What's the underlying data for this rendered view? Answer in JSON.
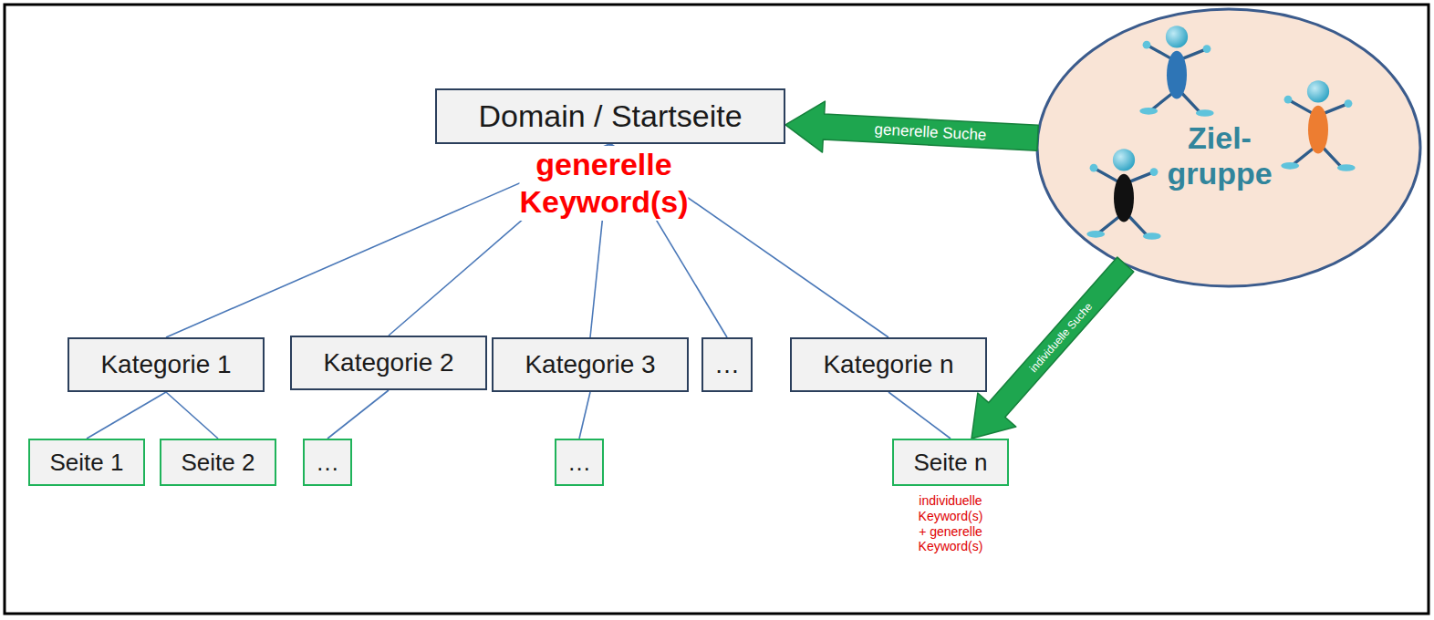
{
  "diagram": {
    "nodes": [
      {
        "text": [
          "Domain / Startseite"
        ]
      },
      {
        "text": [
          "Kategorie 1"
        ]
      },
      {
        "text": [
          "Kategorie 2"
        ]
      },
      {
        "text": [
          "Kategorie 3"
        ]
      },
      {
        "text": [
          "…"
        ]
      },
      {
        "text": [
          "Kategorie n"
        ]
      },
      {
        "text": [
          "Seite 1"
        ]
      },
      {
        "text": [
          "Seite 2"
        ]
      },
      {
        "text": [
          "…"
        ]
      },
      {
        "text": [
          "…"
        ]
      },
      {
        "text": [
          "Seite n"
        ]
      },
      {
        "text": [
          "Ziel- gruppe"
        ]
      }
    ],
    "edges": [
      {
        "from": 0,
        "to": 1,
        "arrow": "none"
      },
      {
        "from": 0,
        "to": 2,
        "arrow": "none"
      },
      {
        "from": 0,
        "to": 3,
        "arrow": "none"
      },
      {
        "from": 0,
        "to": 4,
        "arrow": "none"
      },
      {
        "from": 0,
        "to": 5,
        "arrow": "none"
      },
      {
        "from": 1,
        "to": 6,
        "arrow": "none"
      },
      {
        "from": 1,
        "to": 7,
        "arrow": "none"
      },
      {
        "from": 2,
        "to": 8,
        "arrow": "none"
      },
      {
        "from": 3,
        "to": 9,
        "arrow": "none"
      },
      {
        "from": 5,
        "to": 10,
        "arrow": "none"
      },
      {
        "from": 11,
        "to": 0,
        "label": "generelle Suche",
        "arrow": "to"
      },
      {
        "from": 11,
        "to": 10,
        "label": "individuelle Suche",
        "arrow": "to"
      }
    ],
    "labels": [
      "generelle Keyword(s)",
      "individuelle Keyword(s) + generelle Keyword(s)"
    ]
  }
}
